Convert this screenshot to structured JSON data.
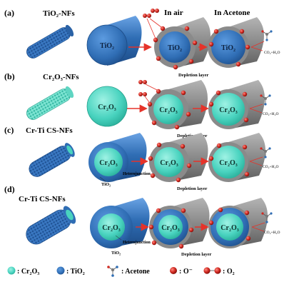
{
  "panels": [
    {
      "letter": "(a)",
      "title": "TiO₂-NFs",
      "core": "TiO₂",
      "shell": "",
      "kind": "tio2"
    },
    {
      "letter": "(b)",
      "title": "Cr₂O₃-NFs",
      "core": "Cr₂O₃",
      "shell": "",
      "kind": "cr"
    },
    {
      "letter": "(c)",
      "title": "Cr-Ti CS-NFs",
      "core": "Cr₂O₃",
      "shell": "TiO₂",
      "kind": "cs-thin"
    },
    {
      "letter": "(d)",
      "title": "Cr-Ti CS-NFs",
      "core": "Cr₂O₃",
      "shell": "TiO₂",
      "kind": "cs-thick"
    }
  ],
  "column_headers": {
    "air": "In air",
    "acetone": "In Acetone"
  },
  "annotations": {
    "depletion": "Depletion layer",
    "heterojunction": "Heterojunction",
    "products": "CO₂+H₂O",
    "tio2": "TiO₂"
  },
  "legend": {
    "cr2o3": ": Cr₂O₃",
    "tio2": ": TiO₂",
    "acetone": ": Acetone",
    "o_minus": ": O⁻",
    "o2": ": O₂"
  },
  "colors": {
    "teal": "#49d3bf",
    "blue": "#2f6db4",
    "gray": "#808080",
    "red": "#d12a22",
    "arrow": "#e5332a"
  }
}
